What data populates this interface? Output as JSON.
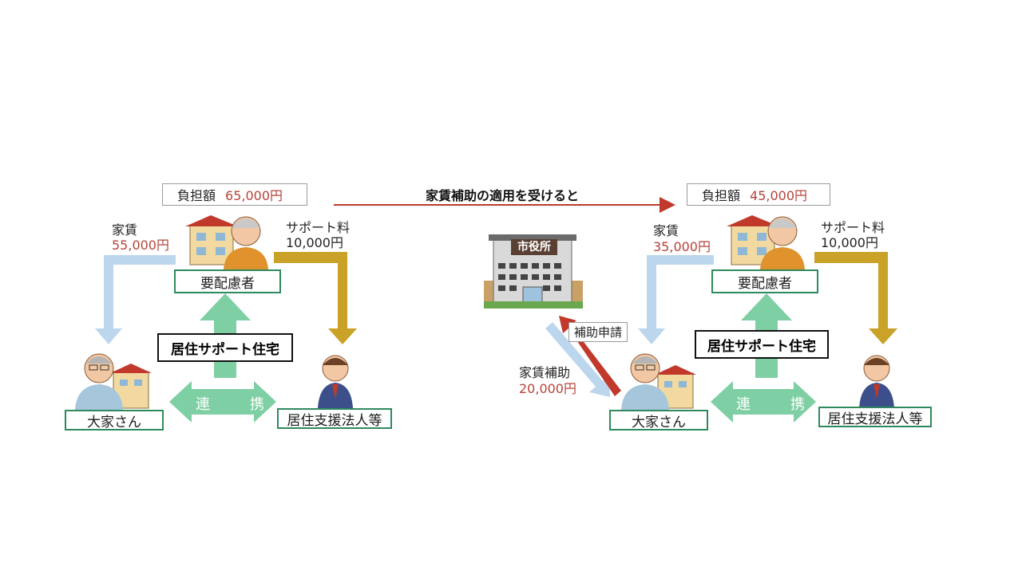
{
  "title": "家賃補助の適用を受けると",
  "left": {
    "burden_label": "負担額",
    "burden_amount": "65,000円",
    "rent_label": "家賃",
    "rent_amount": "55,000円",
    "support_fee_label": "サポート料",
    "support_fee_amount": "10,000円",
    "person": "要配慮者",
    "housing": "居住サポート住宅",
    "landlord": "大家さん",
    "cooperation": "連　携",
    "corporation": "居住支援法人等"
  },
  "right": {
    "burden_label": "負担額",
    "burden_amount": "45,000円",
    "rent_label": "家賃",
    "rent_amount": "35,000円",
    "support_fee_label": "サポート料",
    "support_fee_amount": "10,000円",
    "person": "要配慮者",
    "housing": "居住サポート住宅",
    "landlord": "大家さん",
    "cooperation": "連　携",
    "corporation": "居住支援法人等",
    "city_hall": "市役所",
    "apply": "補助申請",
    "subsidy_label": "家賃補助",
    "subsidy_amount": "20,000円"
  },
  "colors": {
    "rent_arrow": "#bcd6ee",
    "support_arrow": "#c9a227",
    "up_arrow": "#7fcfa4",
    "cooperation_arrow": "#7fcfa4",
    "apply_arrow": "#c0392b",
    "accent_red": "#b5443a",
    "box_green": "#2e8a5e"
  }
}
